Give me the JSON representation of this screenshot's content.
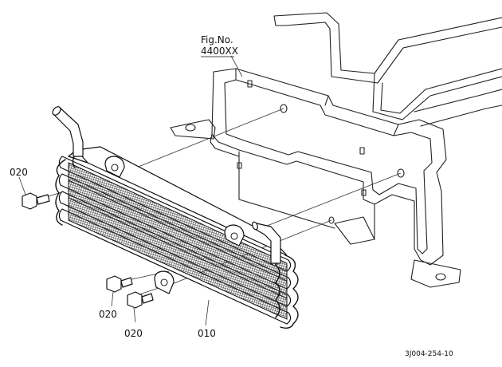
{
  "figure_ref": {
    "prefix": "Fig.No.",
    "number": "4400XX"
  },
  "callouts": {
    "bolt_left": "020",
    "bolt_lower_a": "020",
    "bolt_lower_b": "020",
    "oil_cooler": "010"
  },
  "drawing_code": "3J004-254-10"
}
